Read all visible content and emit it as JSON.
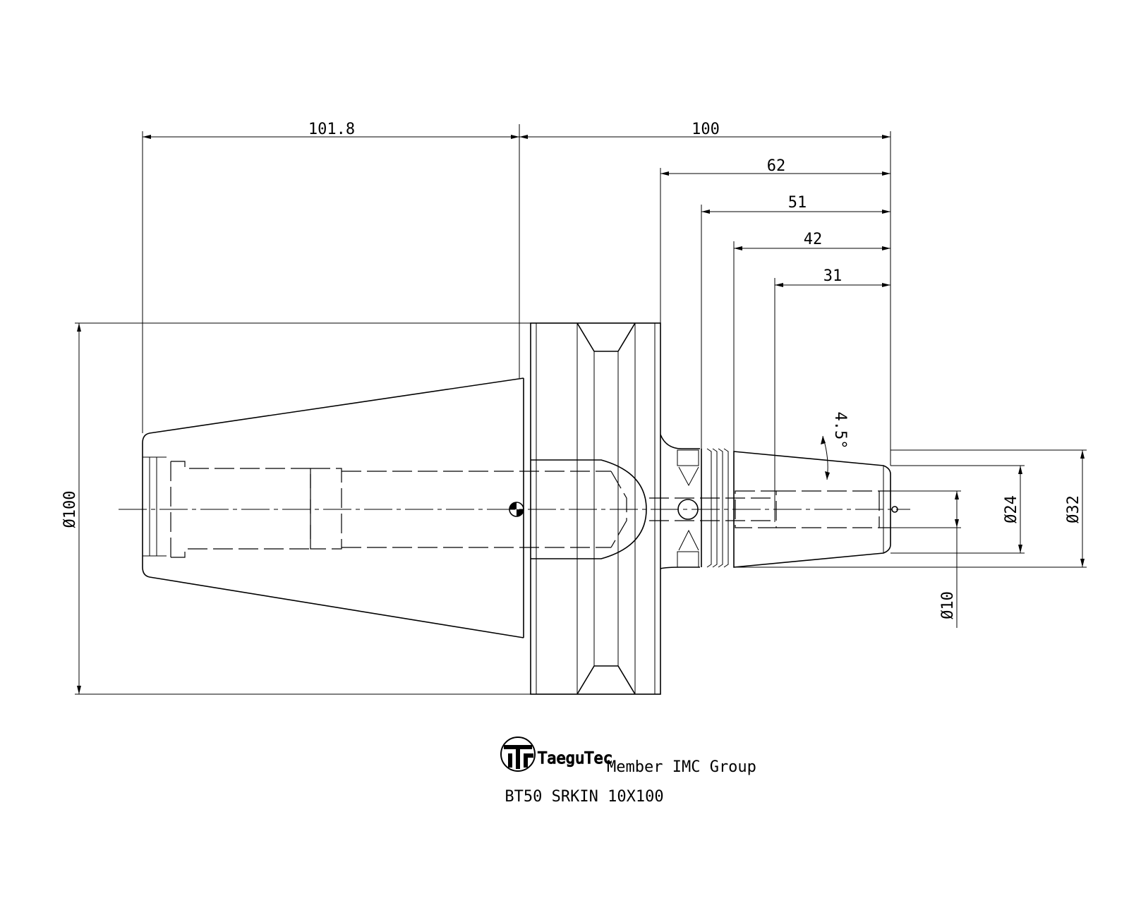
{
  "dimensions": {
    "length_gauge": "101.8",
    "length_total": "100",
    "len_62": "62",
    "len_51": "51",
    "len_42": "42",
    "len_31": "31",
    "dia_flange": "Ø100",
    "dia_32": "Ø32",
    "dia_24": "Ø24",
    "dia_10": "Ø10",
    "taper_angle": "4.5°"
  },
  "logo": {
    "brand": "TaeguTec",
    "tagline": "Member IMC Group"
  },
  "title": {
    "part_name": "BT50 SRKIN 10X100"
  }
}
